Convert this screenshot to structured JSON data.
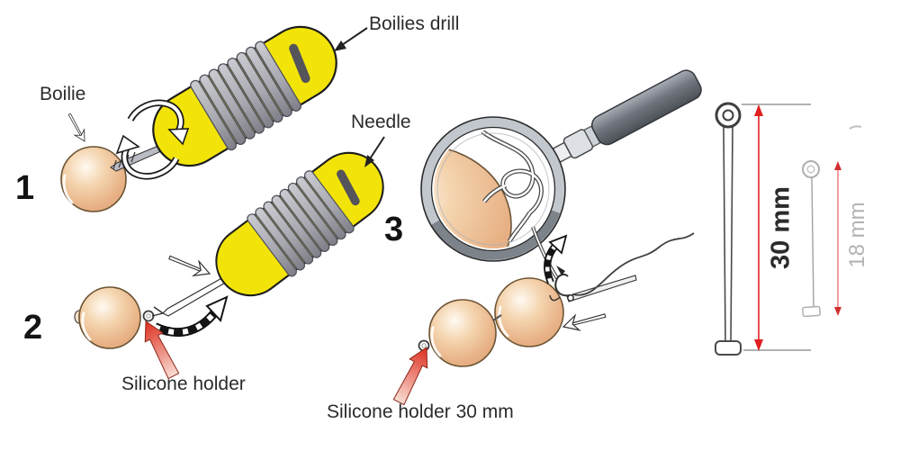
{
  "diagram": {
    "steps": {
      "one": {
        "number": "1",
        "boilie_label": "Boilie",
        "tool_label": "Boilies drill"
      },
      "two": {
        "number": "2",
        "tool_label": "Needle",
        "holder_label": "Silicone holder"
      },
      "three": {
        "number": "3",
        "holder_label": "Silicone holder 30 mm"
      }
    },
    "measurements": {
      "large_pin": "30 mm",
      "small_pin": "18 mm"
    },
    "colors": {
      "drill_yellow": "#F2E409",
      "grip_gray": "#A9A9B1",
      "boilie_mid": "#F4D4AE",
      "boilie_edge": "#E8B286",
      "pointer_red": "#DD2E1E",
      "pointer_red_pale": "#F9DDD3",
      "measure_red": "#E02020",
      "faint_gray": "#ABABAB",
      "ink": "#262626"
    }
  }
}
